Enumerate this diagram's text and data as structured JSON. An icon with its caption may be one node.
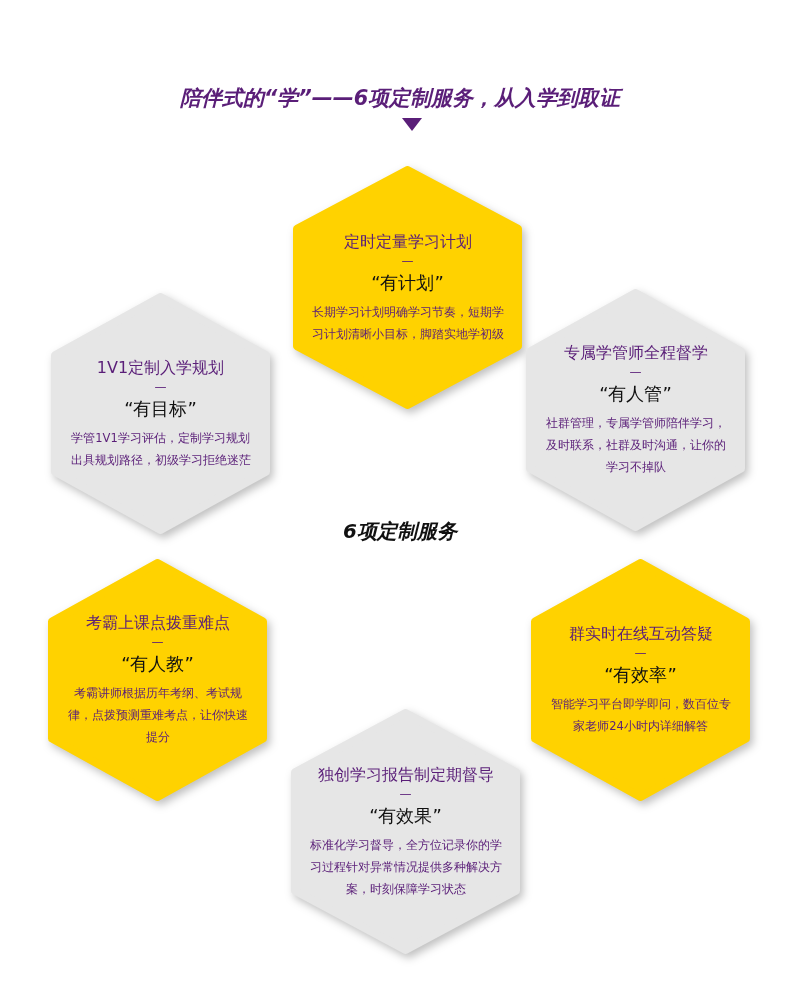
{
  "diagram": {
    "title": "陪伴式的“学”——6项定制服务，从入学到取证",
    "nodes": [
      {
        "text": [
          "定时定量学习计划",
          "—",
          "“有计划”",
          "长期学习计划明确学习节奏，短期学习计划清晰小目标，脚踏实地学初级"
        ]
      },
      {
        "text": [
          "1V1定制入学规划",
          "—",
          "“有目标”",
          "学管1V1学习评估，定制学习规划出具规划路径，初级学习拒绝迷茫"
        ]
      },
      {
        "text": [
          "专属学管师全程督学",
          "—",
          "“有人管”",
          "社群管理，专属学管师陪伴学习，及时联系，社群及时沟通，让你的学习不掉队"
        ]
      },
      {
        "text": [
          "考霸上课点拨重难点",
          "—",
          "“有人教”",
          "考霸讲师根据历年考纲、考试规律，点拨预测重难考点，让你快速提分"
        ]
      },
      {
        "text": [
          "群实时在线互动答疑",
          "—",
          "“有效率”",
          "智能学习平台即学即问，数百位专家老师24小时内详细解答"
        ]
      },
      {
        "text": [
          "独创学习报告制定期督导",
          "—",
          "“有效果”",
          "标准化学习督导，全方位记录你的学习过程针对异常情况提供多种解决方案，时刻保障学习状态"
        ]
      }
    ],
    "labels": [
      "6项定制服务"
    ]
  }
}
